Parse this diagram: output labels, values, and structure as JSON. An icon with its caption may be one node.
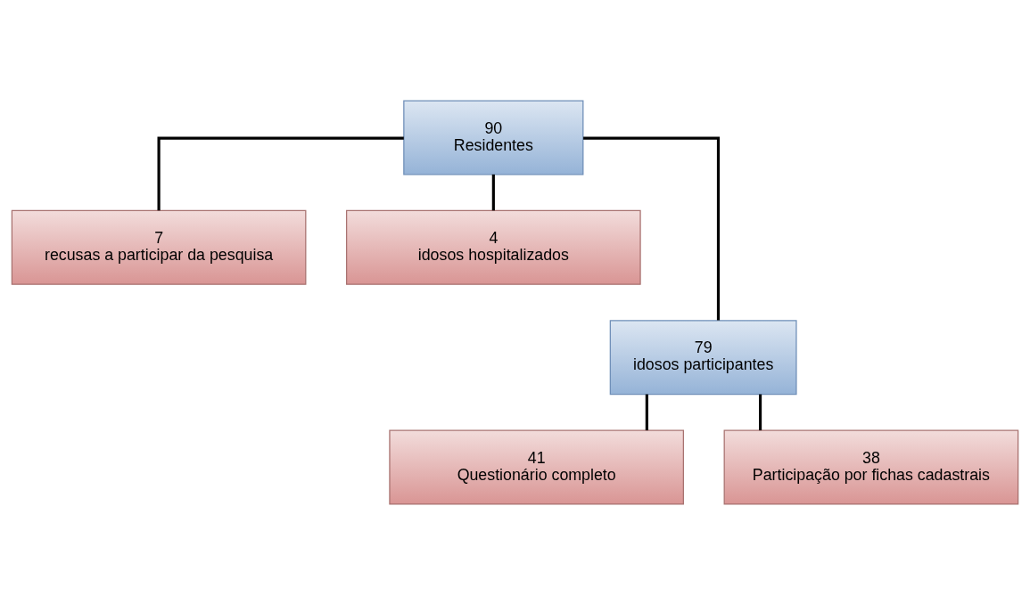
{
  "diagram": {
    "nodes": [
      {
        "text": [
          "90",
          "Residentes"
        ]
      },
      {
        "text": [
          "7",
          "recusas a participar da pesquisa"
        ]
      },
      {
        "text": [
          "4",
          "idosos hospitalizados"
        ]
      },
      {
        "text": [
          "79",
          "idosos participantes"
        ]
      },
      {
        "text": [
          "41",
          "Questionário completo"
        ]
      },
      {
        "text": [
          "38",
          "Participação por fichas cadastrais"
        ]
      }
    ],
    "edges": [
      {
        "from": 0,
        "to": 1,
        "arrow": "none"
      },
      {
        "from": 0,
        "to": 2,
        "arrow": "none"
      },
      {
        "from": 0,
        "to": 3,
        "arrow": "none"
      },
      {
        "from": 3,
        "to": 4,
        "arrow": "none"
      },
      {
        "from": 3,
        "to": 5,
        "arrow": "none"
      }
    ]
  }
}
